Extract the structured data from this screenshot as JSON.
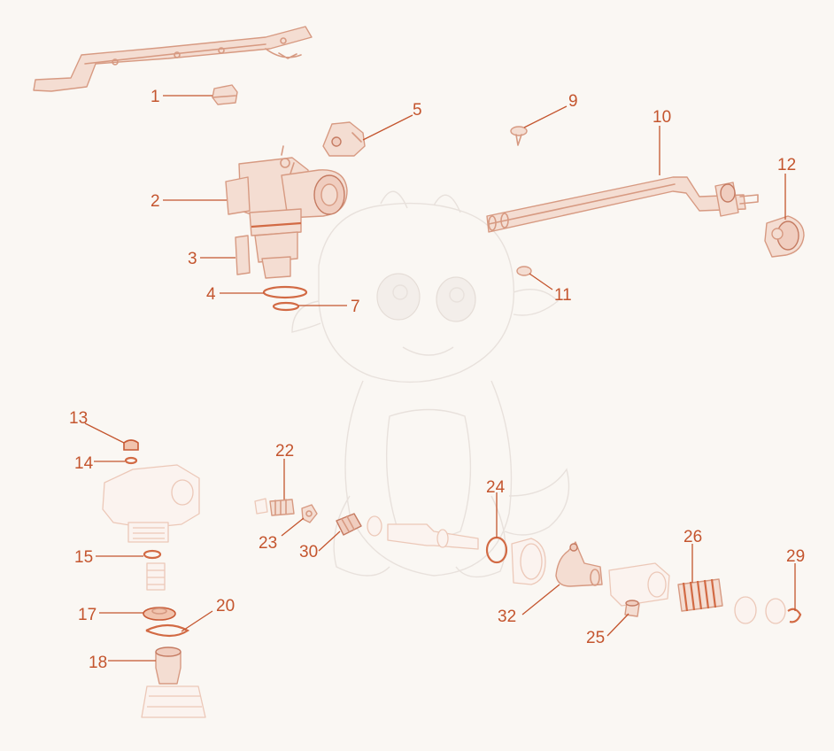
{
  "labels": {
    "p1": "1",
    "p2": "2",
    "p3": "3",
    "p4": "4",
    "p5": "5",
    "p7": "7",
    "p9": "9",
    "p10": "10",
    "p11": "11",
    "p12": "12",
    "p13": "13",
    "p14": "14",
    "p15": "15",
    "p17": "17",
    "p18": "18",
    "p20": "20",
    "p22": "22",
    "p23": "23",
    "p24": "24",
    "p25": "25",
    "p26": "26",
    "p29": "29",
    "p30": "30",
    "p32": "32"
  },
  "colors": {
    "label": "#c4552e",
    "part_stroke": "#d79a82",
    "part_fill": "#f4ddd2",
    "highlight": "#d26a44",
    "background": "#faf7f3",
    "watermark": "#e8e1dc"
  },
  "watermark": "dragon-mascot-sketch"
}
